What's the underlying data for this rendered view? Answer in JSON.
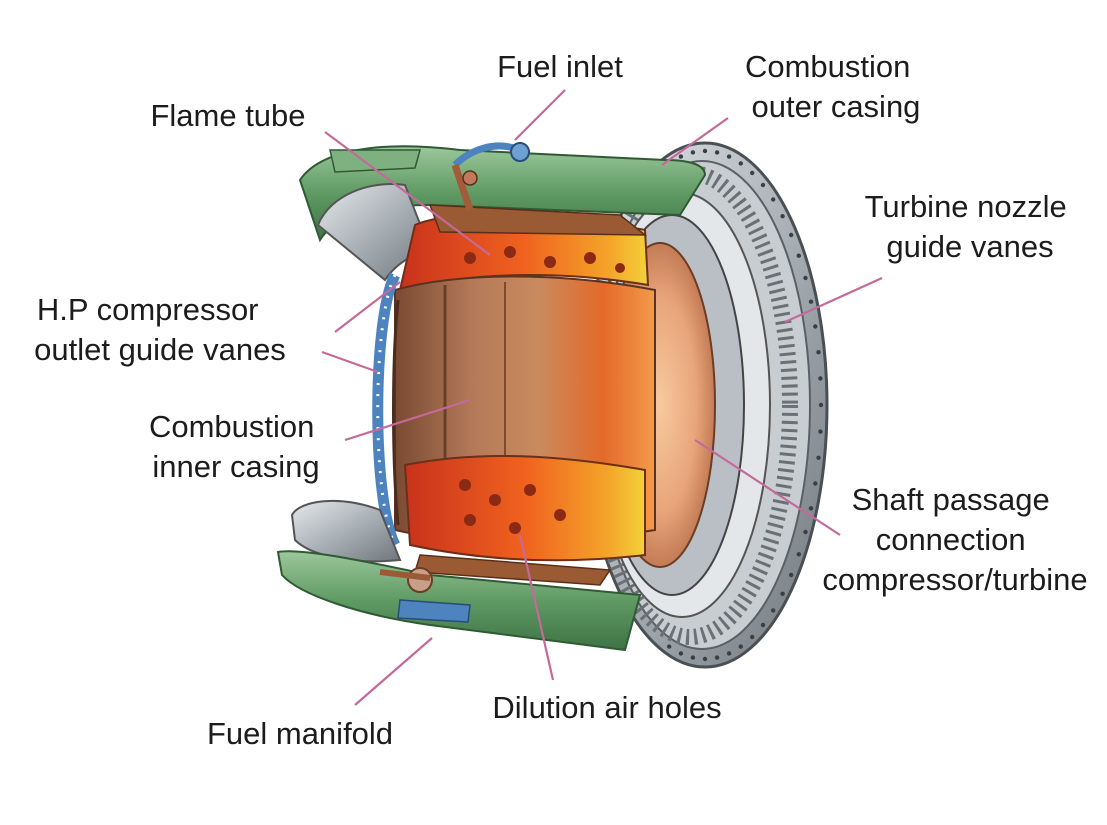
{
  "diagram": {
    "labels": {
      "fuel_inlet": [
        "Fuel inlet"
      ],
      "flame_tube": [
        "Flame tube"
      ],
      "outer_casing": [
        "Combustion",
        "outer casing"
      ],
      "turbine_nozzle": [
        "Turbine nozzle",
        "guide vanes"
      ],
      "hp_compressor": [
        "H.P compressor",
        "outlet guide vanes"
      ],
      "inner_casing": [
        "Combustion",
        "inner casing"
      ],
      "shaft_passage": [
        "Shaft passage",
        "connection",
        "compressor/turbine"
      ],
      "dilution_holes": [
        "Dilution air holes"
      ],
      "fuel_manifold": [
        "Fuel manifold"
      ]
    },
    "colors": {
      "leader": "#c46a9a",
      "casing_green": "#5f9a63",
      "flame_red": "#e0391c",
      "flame_orange": "#f08a1e",
      "flame_yellow": "#f3d23a",
      "copper": "#9a5a34",
      "steel": "#9aa2a8",
      "blue_vanes": "#4d84c0"
    }
  }
}
